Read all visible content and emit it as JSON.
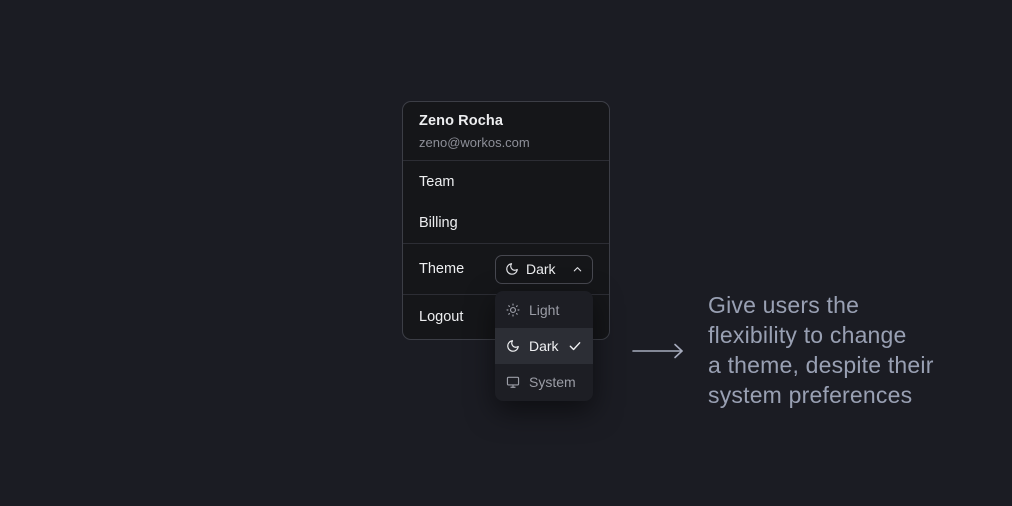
{
  "menu": {
    "user": {
      "name": "Zeno Rocha",
      "email": "zeno@workos.com"
    },
    "items": [
      {
        "label": "Team"
      },
      {
        "label": "Billing"
      }
    ],
    "theme": {
      "label": "Theme",
      "selected_value": "Dark",
      "icon": "moon-icon",
      "chevron": "chevron-up-icon"
    },
    "logout_label": "Logout"
  },
  "theme_dropdown": {
    "options": [
      {
        "label": "Light",
        "icon": "sun-icon",
        "selected": false
      },
      {
        "label": "Dark",
        "icon": "moon-icon",
        "selected": true
      },
      {
        "label": "System",
        "icon": "monitor-icon",
        "selected": false
      }
    ]
  },
  "annotation": {
    "arrow_icon": "right-arrow-icon",
    "lines": [
      "Give users the",
      "flexibility to change",
      "a theme, despite their",
      "system preferences"
    ]
  },
  "colors": {
    "page_background": "#1b1c23",
    "card_background": "#151619",
    "card_border": "#3c3e46",
    "divider": "#2c2d34",
    "text_primary": "#edeef0",
    "text_muted": "#8d8f98",
    "dropdown_background": "#1d1e24",
    "dropdown_highlight": "#2c2e35",
    "annotation_text": "#99a0b3"
  }
}
